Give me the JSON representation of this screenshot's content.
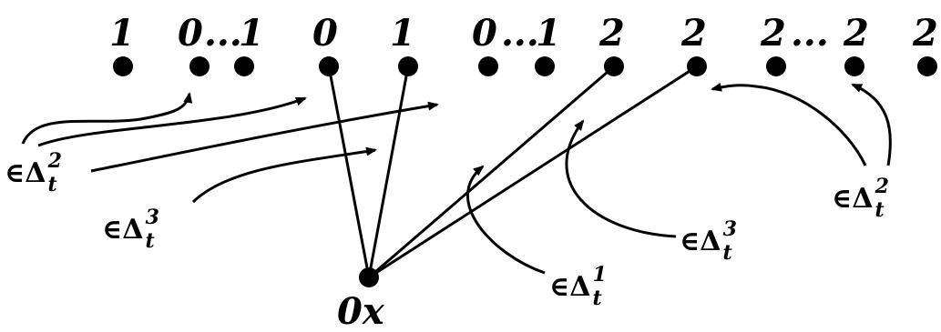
{
  "diagram": {
    "node_labels": [
      "1",
      "0",
      "...",
      "1",
      "0",
      "1",
      "0",
      "...",
      "1",
      "2",
      "2",
      "2",
      "...",
      "2",
      "2"
    ],
    "root_label": "0x",
    "membership_labels": [
      {
        "prefix": "∈Δ",
        "sup": "2",
        "sub": "t"
      },
      {
        "prefix": "∈Δ",
        "sup": "3",
        "sub": "t"
      },
      {
        "prefix": "∈Δ",
        "sup": "1",
        "sub": "t"
      },
      {
        "prefix": "∈Δ",
        "sup": "3",
        "sub": "t"
      },
      {
        "prefix": "∈Δ",
        "sup": "2",
        "sub": "t"
      }
    ]
  }
}
